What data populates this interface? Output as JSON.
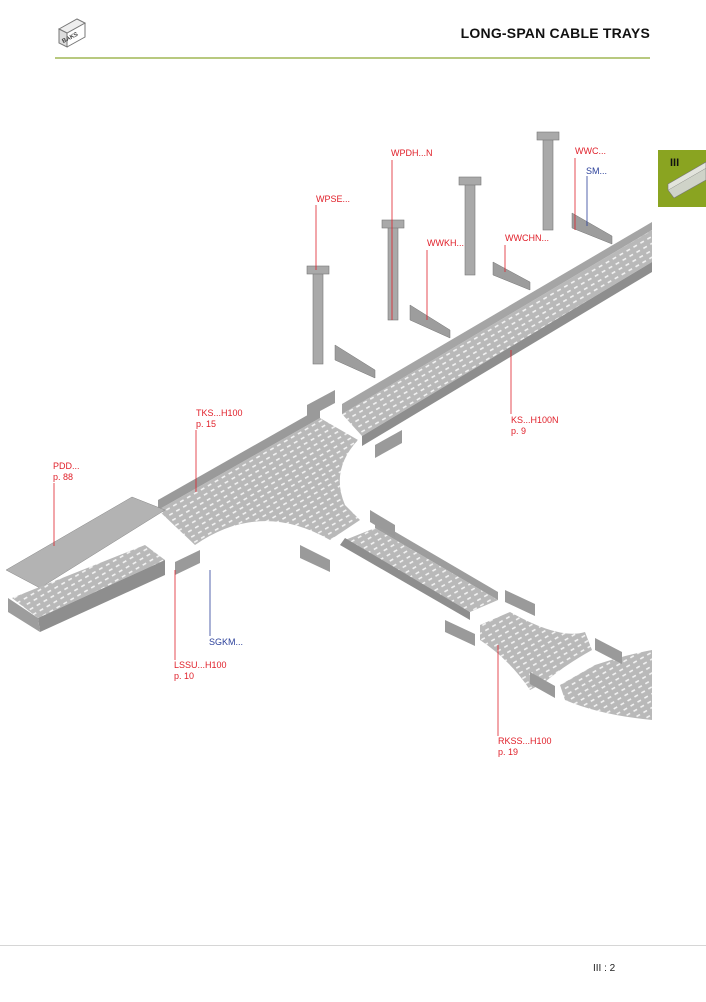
{
  "header": {
    "logo_text": "BAKS",
    "title": "LONG-SPAN CABLE TRAYS"
  },
  "section_tab": {
    "label": "III",
    "color": "#8aa421"
  },
  "callouts": [
    {
      "code": "WPDH...N",
      "page": null,
      "color": "red"
    },
    {
      "code": "WWC...",
      "page": null,
      "color": "red"
    },
    {
      "code": "SM...",
      "page": null,
      "color": "blue"
    },
    {
      "code": "WPSE...",
      "page": null,
      "color": "red"
    },
    {
      "code": "WWKH...",
      "page": null,
      "color": "red"
    },
    {
      "code": "WWCHN...",
      "page": null,
      "color": "red"
    },
    {
      "code": "TKS...H100",
      "page": "p. 15",
      "color": "red"
    },
    {
      "code": "KS...H100N",
      "page": "p. 9",
      "color": "red"
    },
    {
      "code": "PDD...",
      "page": "p. 88",
      "color": "red"
    },
    {
      "code": "SGKM...",
      "page": null,
      "color": "blue"
    },
    {
      "code": "LSSU...H100",
      "page": "p. 10",
      "color": "red"
    },
    {
      "code": "RKSS...H100",
      "page": "p. 19",
      "color": "red"
    }
  ],
  "colors": {
    "red": "#e0202a",
    "blue": "#2a3f9a",
    "rule": "#b8c97f"
  },
  "footer": {
    "page_number": "III : 2"
  }
}
